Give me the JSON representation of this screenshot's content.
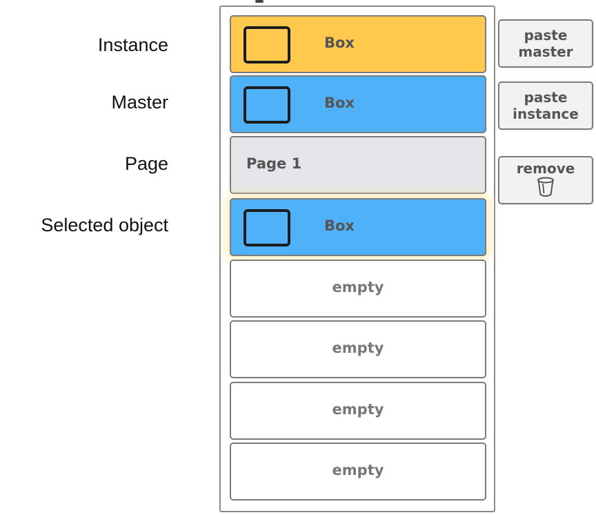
{
  "labels": {
    "instance": "Instance",
    "master": "Master",
    "page": "Page",
    "selected": "Selected object"
  },
  "rows": [
    {
      "label": "Box",
      "kind": "instance",
      "color": "#FFC94D",
      "swatch_color": "#FFC94D"
    },
    {
      "label": "Box",
      "kind": "master",
      "color": "#4FB2F8",
      "swatch_color": "#4FB2F8"
    },
    {
      "label": "Page 1",
      "kind": "page",
      "color": "#E6E6EA"
    },
    {
      "label": "Box",
      "kind": "selected",
      "color": "#4FB2F8",
      "swatch_color": "#4FB2F8"
    },
    {
      "label": "empty",
      "kind": "empty",
      "color": "#FFFFFF"
    },
    {
      "label": "empty",
      "kind": "empty",
      "color": "#FFFFFF"
    },
    {
      "label": "empty",
      "kind": "empty",
      "color": "#FFFFFF"
    },
    {
      "label": "empty",
      "kind": "empty",
      "color": "#FFFFFF"
    }
  ],
  "buttons": {
    "paste_master": {
      "line1": "paste",
      "line2": "master"
    },
    "paste_instance": {
      "line1": "paste",
      "line2": "instance"
    },
    "remove": {
      "label": "remove",
      "icon": "trash-icon"
    }
  }
}
